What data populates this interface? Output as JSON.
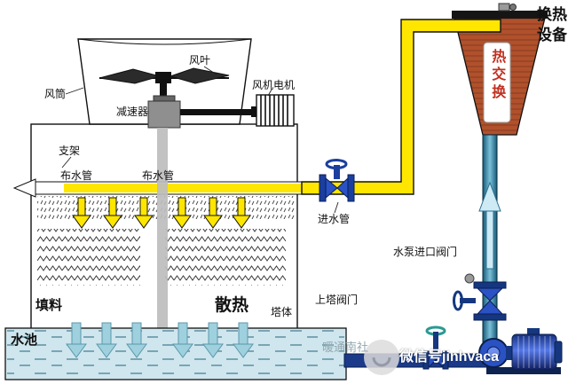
{
  "colors": {
    "pipe_yellow": "#ffe600",
    "pipe_blue_dark": "#1b3a8a",
    "riser_blue_light": "#7cc0d8",
    "heat_exchanger_brick": "#b0512c",
    "pool_blue": "#cfe6ee",
    "valve_blue": "#2a52c4",
    "pump_blue": "#5578e8",
    "label_red": "#c03020"
  },
  "labels": {
    "fan_blade": "风叶",
    "fan_duct": "风筒",
    "fan_motor": "风机电机",
    "reducer": "减速器",
    "support": "支架",
    "dist_pipe_left": "布水管",
    "dist_pipe_right": "布水管",
    "inlet_pipe": "进水管",
    "fill_material": "填料",
    "heat_dissipation": "散热",
    "tower_body": "塔体",
    "upper_tower_valve": "上塔阀门",
    "pump_inlet_valve": "水泵进口阀门",
    "water_pool": "水池",
    "heat_exchange": "热交换",
    "heat_exchange_device": "换热\n设备",
    "watermark_name": "暖通南社",
    "watermark_wechat": "微信号jinhvaca"
  }
}
